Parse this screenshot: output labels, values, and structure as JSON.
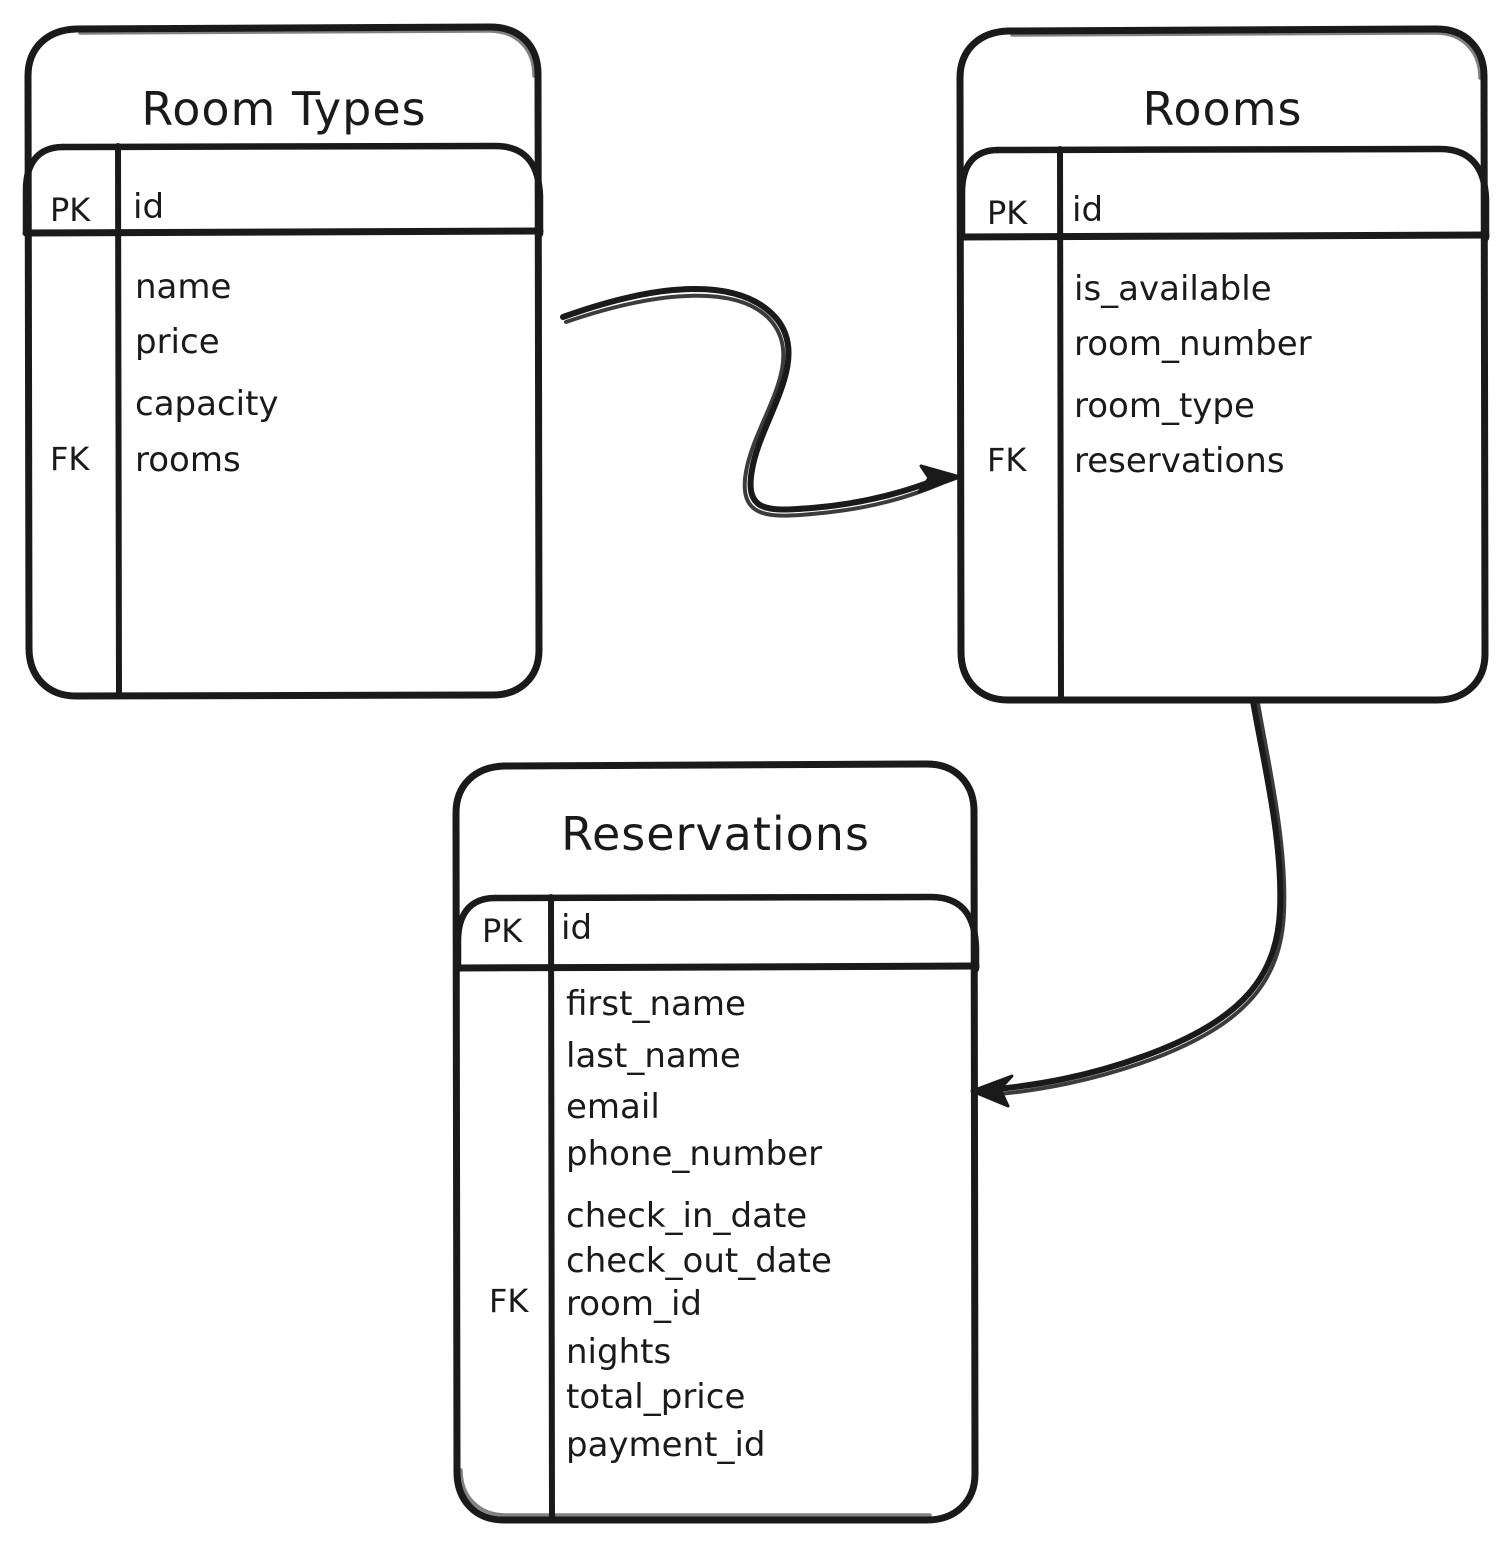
{
  "diagram": {
    "type": "entity-relationship-diagram",
    "style": "hand-drawn-sketch",
    "background_color": "#ffffff",
    "stroke_color": "#1a1a1a",
    "entities": [
      {
        "id": "room_types",
        "name": "Room Types",
        "key_column_header": "PK",
        "primary_key": {
          "key": "PK",
          "field": "id"
        },
        "foreign_key_marker": "FK",
        "foreign_key_field": "rooms",
        "fields": [
          "name",
          "price",
          "capacity",
          "rooms"
        ]
      },
      {
        "id": "rooms",
        "name": "Rooms",
        "key_column_header": "PK",
        "primary_key": {
          "key": "PK",
          "field": "id"
        },
        "foreign_key_marker": "FK",
        "foreign_key_field": "reservations",
        "fields": [
          "is_available",
          "room_number",
          "room_type",
          "reservations"
        ]
      },
      {
        "id": "reservations",
        "name": "Reservations",
        "key_column_header": "PK",
        "primary_key": {
          "key": "PK",
          "field": "id"
        },
        "foreign_key_marker": "FK",
        "foreign_key_field": "room_id",
        "fields": [
          "first_name",
          "last_name",
          "email",
          "phone_number",
          "check_in_date",
          "check_out_date",
          "room_id",
          "nights",
          "total_price",
          "payment_id"
        ]
      }
    ],
    "relationships": [
      {
        "id": "rt-to-rooms",
        "from": "room_types",
        "to": "rooms",
        "arrow": "single-ended"
      },
      {
        "id": "rooms-to-reservations",
        "from": "rooms",
        "to": "reservations",
        "arrow": "single-ended"
      }
    ]
  }
}
